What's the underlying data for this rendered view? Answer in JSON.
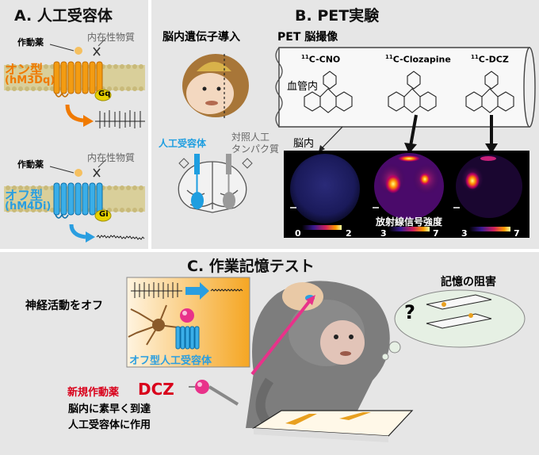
{
  "panel_a": {
    "title": "A. 人工受容体",
    "agonist_label": "作動薬",
    "endogenous_label": "内在性物質",
    "on_type": "オン型",
    "on_receptor": "(hM3Dq)",
    "gq": "Gq",
    "off_type": "オフ型",
    "off_receptor": "(hM4Di)",
    "gi": "Gi",
    "colors": {
      "on": "#f08a00",
      "off": "#29a8e0",
      "panel": "#e6e6e6"
    }
  },
  "panel_b": {
    "title": "B. PET実験",
    "gene_transfer": "脳内遺伝子導入",
    "pet_imaging": "PET 脳撮像",
    "artificial_receptor": "人工受容体",
    "control_protein_line1": "対照人工",
    "control_protein_line2": "タンパク質",
    "blood_vessel": "血管内",
    "brain": "脳内",
    "compound_1": "C-CNO",
    "compound_2": "C-Clozapine",
    "compound_3": "C-DCZ",
    "isotope": "11",
    "signal_intensity": "放射線信号強度",
    "scale_1_min": "0",
    "scale_1_max": "2",
    "scale_2_min": "3",
    "scale_2_max": "7",
    "scale_3_min": "3",
    "scale_3_max": "7"
  },
  "panel_c": {
    "title": "C. 作業記憶テスト",
    "neural_off": "神経活動をオフ",
    "off_receptor_label": "オフ型人工受容体",
    "memory_impair": "記憶の阻害",
    "question_mark": "?",
    "new_agonist": "新規作動薬",
    "dcz": "DCZ",
    "desc_line1": "脳内に素早く到達",
    "desc_line2": "人工受容体に作用",
    "accent": "#d9001b"
  }
}
